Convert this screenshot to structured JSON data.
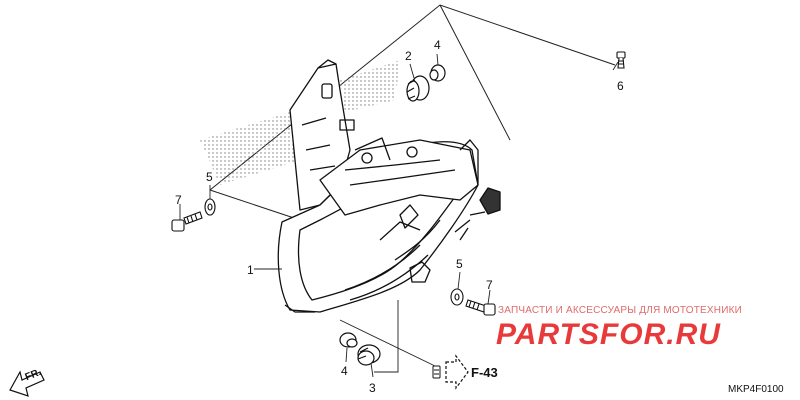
{
  "diagram": {
    "callouts": [
      {
        "id": "c1",
        "label": "1"
      },
      {
        "id": "c2",
        "label": "2"
      },
      {
        "id": "c3",
        "label": "3"
      },
      {
        "id": "c4a",
        "label": "4"
      },
      {
        "id": "c4b",
        "label": "4"
      },
      {
        "id": "c5a",
        "label": "5"
      },
      {
        "id": "c5b",
        "label": "5"
      },
      {
        "id": "c6",
        "label": "6"
      },
      {
        "id": "c7a",
        "label": "7"
      },
      {
        "id": "c7b",
        "label": "7"
      }
    ],
    "reference": "F-43",
    "direction_label": "FR.",
    "diagram_code": "MKP4F0100"
  },
  "watermark": {
    "tagline": "ЗАПЧАСТИ И АКСЕССУАРЫ ДЛЯ МОТОТЕХНИКИ",
    "brand": "PARTSFOR.RU",
    "color": "#e83a3a"
  }
}
